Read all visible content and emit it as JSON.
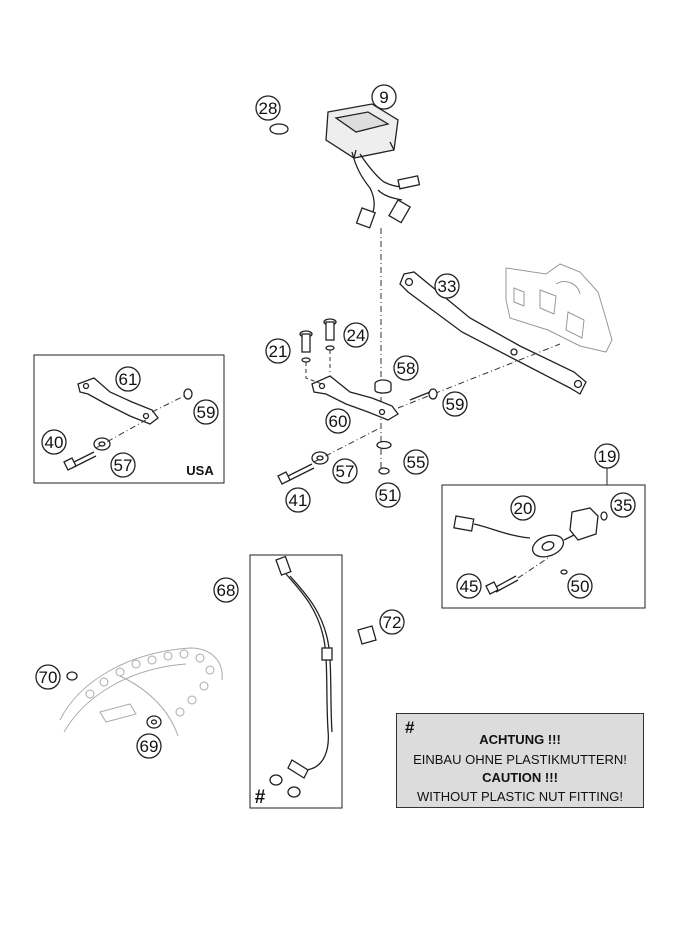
{
  "callouts": {
    "c9": "9",
    "c28": "28",
    "c33": "33",
    "c24": "24",
    "c21": "21",
    "c58": "58",
    "c59a": "59",
    "c60": "60",
    "c55": "55",
    "c57a": "57",
    "c41": "41",
    "c51": "51",
    "c61": "61",
    "c59b": "59",
    "c40": "40",
    "c57b": "57",
    "c19": "19",
    "c20": "20",
    "c35": "35",
    "c45": "45",
    "c50": "50",
    "c68": "68",
    "c72": "72",
    "c70": "70",
    "c69": "69"
  },
  "usa_label": "USA",
  "hash_mark": "#",
  "note": {
    "hash": "#",
    "line1": "ACHTUNG !!!",
    "line2": "EINBAU OHNE PLASTIKMUTTERN!",
    "line3": "CAUTION !!!",
    "line4": "WITHOUT PLASTIC NUT FITTING!"
  }
}
